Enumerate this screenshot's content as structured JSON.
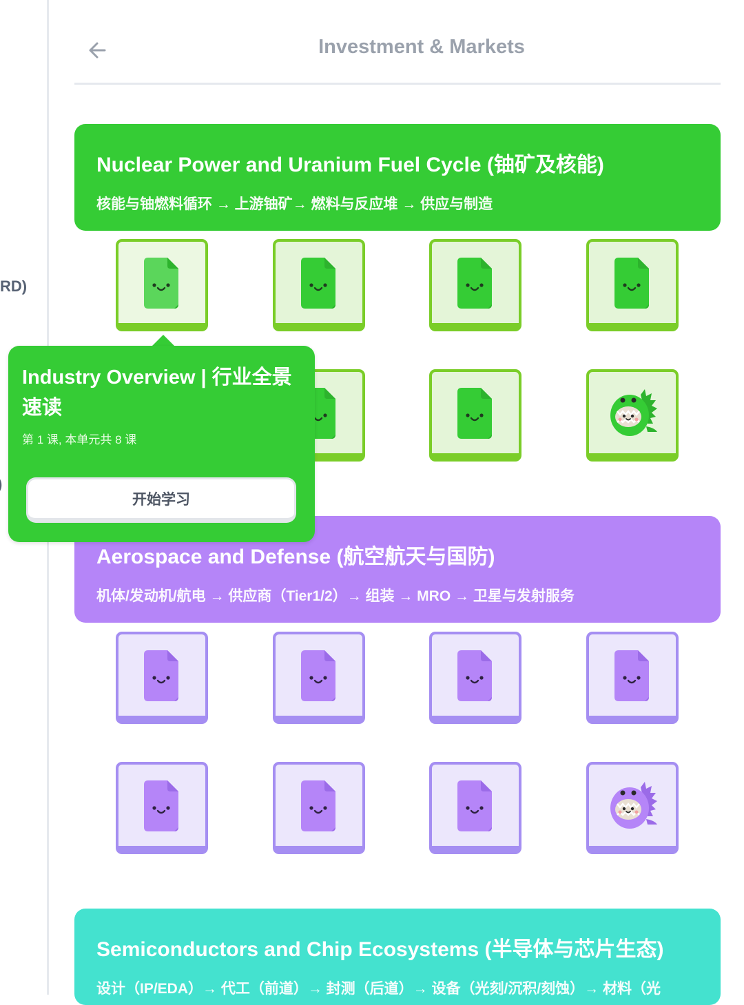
{
  "header": {
    "title": "Investment & Markets",
    "back_icon": "arrow-left-icon"
  },
  "sidebar": {
    "fragments": [
      "RD)",
      ")"
    ]
  },
  "units": [
    {
      "title": "Nuclear Power and Uranium Fuel Cycle (铀矿及核能)",
      "description": "核能与铀燃料循环 → 上游铀矿→ 燃料与反应堆 → 供应与制造",
      "color": "#35cc35",
      "lessons": [
        {
          "icon": "smiling-document-icon",
          "state": "current"
        },
        {
          "icon": "smiling-document-icon",
          "state": "locked"
        },
        {
          "icon": "smiling-document-icon",
          "state": "locked"
        },
        {
          "icon": "smiling-document-icon",
          "state": "locked"
        },
        {
          "icon": "smiling-document-icon",
          "state": "locked"
        },
        {
          "icon": "smiling-document-icon",
          "state": "locked"
        },
        {
          "icon": "smiling-document-icon",
          "state": "locked"
        },
        {
          "icon": "dinosaur-mascot-icon",
          "state": "locked"
        }
      ]
    },
    {
      "title": "Aerospace and Defense (航空航天与国防)",
      "description": "机体/发动机/航电 → 供应商（Tier1/2）→ 组装 → MRO → 卫星与发射服务",
      "color": "#b585f8",
      "lessons": [
        {
          "icon": "smiling-document-icon",
          "state": "locked"
        },
        {
          "icon": "smiling-document-icon",
          "state": "locked"
        },
        {
          "icon": "smiling-document-icon",
          "state": "locked"
        },
        {
          "icon": "smiling-document-icon",
          "state": "locked"
        },
        {
          "icon": "smiling-document-icon",
          "state": "locked"
        },
        {
          "icon": "smiling-document-icon",
          "state": "locked"
        },
        {
          "icon": "smiling-document-icon",
          "state": "locked"
        },
        {
          "icon": "dinosaur-mascot-icon",
          "state": "locked"
        }
      ]
    },
    {
      "title": "Semiconductors and Chip Ecosystems (半导体与芯片生态)",
      "description": "设计（IP/EDA）→ 代工（前道）→ 封测（后道）→ 设备（光刻/沉积/刻蚀）→ 材料（光",
      "color": "#44e2cf"
    }
  ],
  "popover": {
    "title": "Industry Overview | 行业全景速读",
    "subtitle": "第 1 课, 本单元共 8 课",
    "button_label": "开始学习"
  },
  "colors": {
    "green": "#35cc35",
    "green_dark": "#2db32d",
    "green_light": "#5bd65b",
    "purple": "#b585f8",
    "purple_dark": "#9b6be8",
    "teal": "#44e2cf",
    "title_gray": "#9aa1ac"
  }
}
